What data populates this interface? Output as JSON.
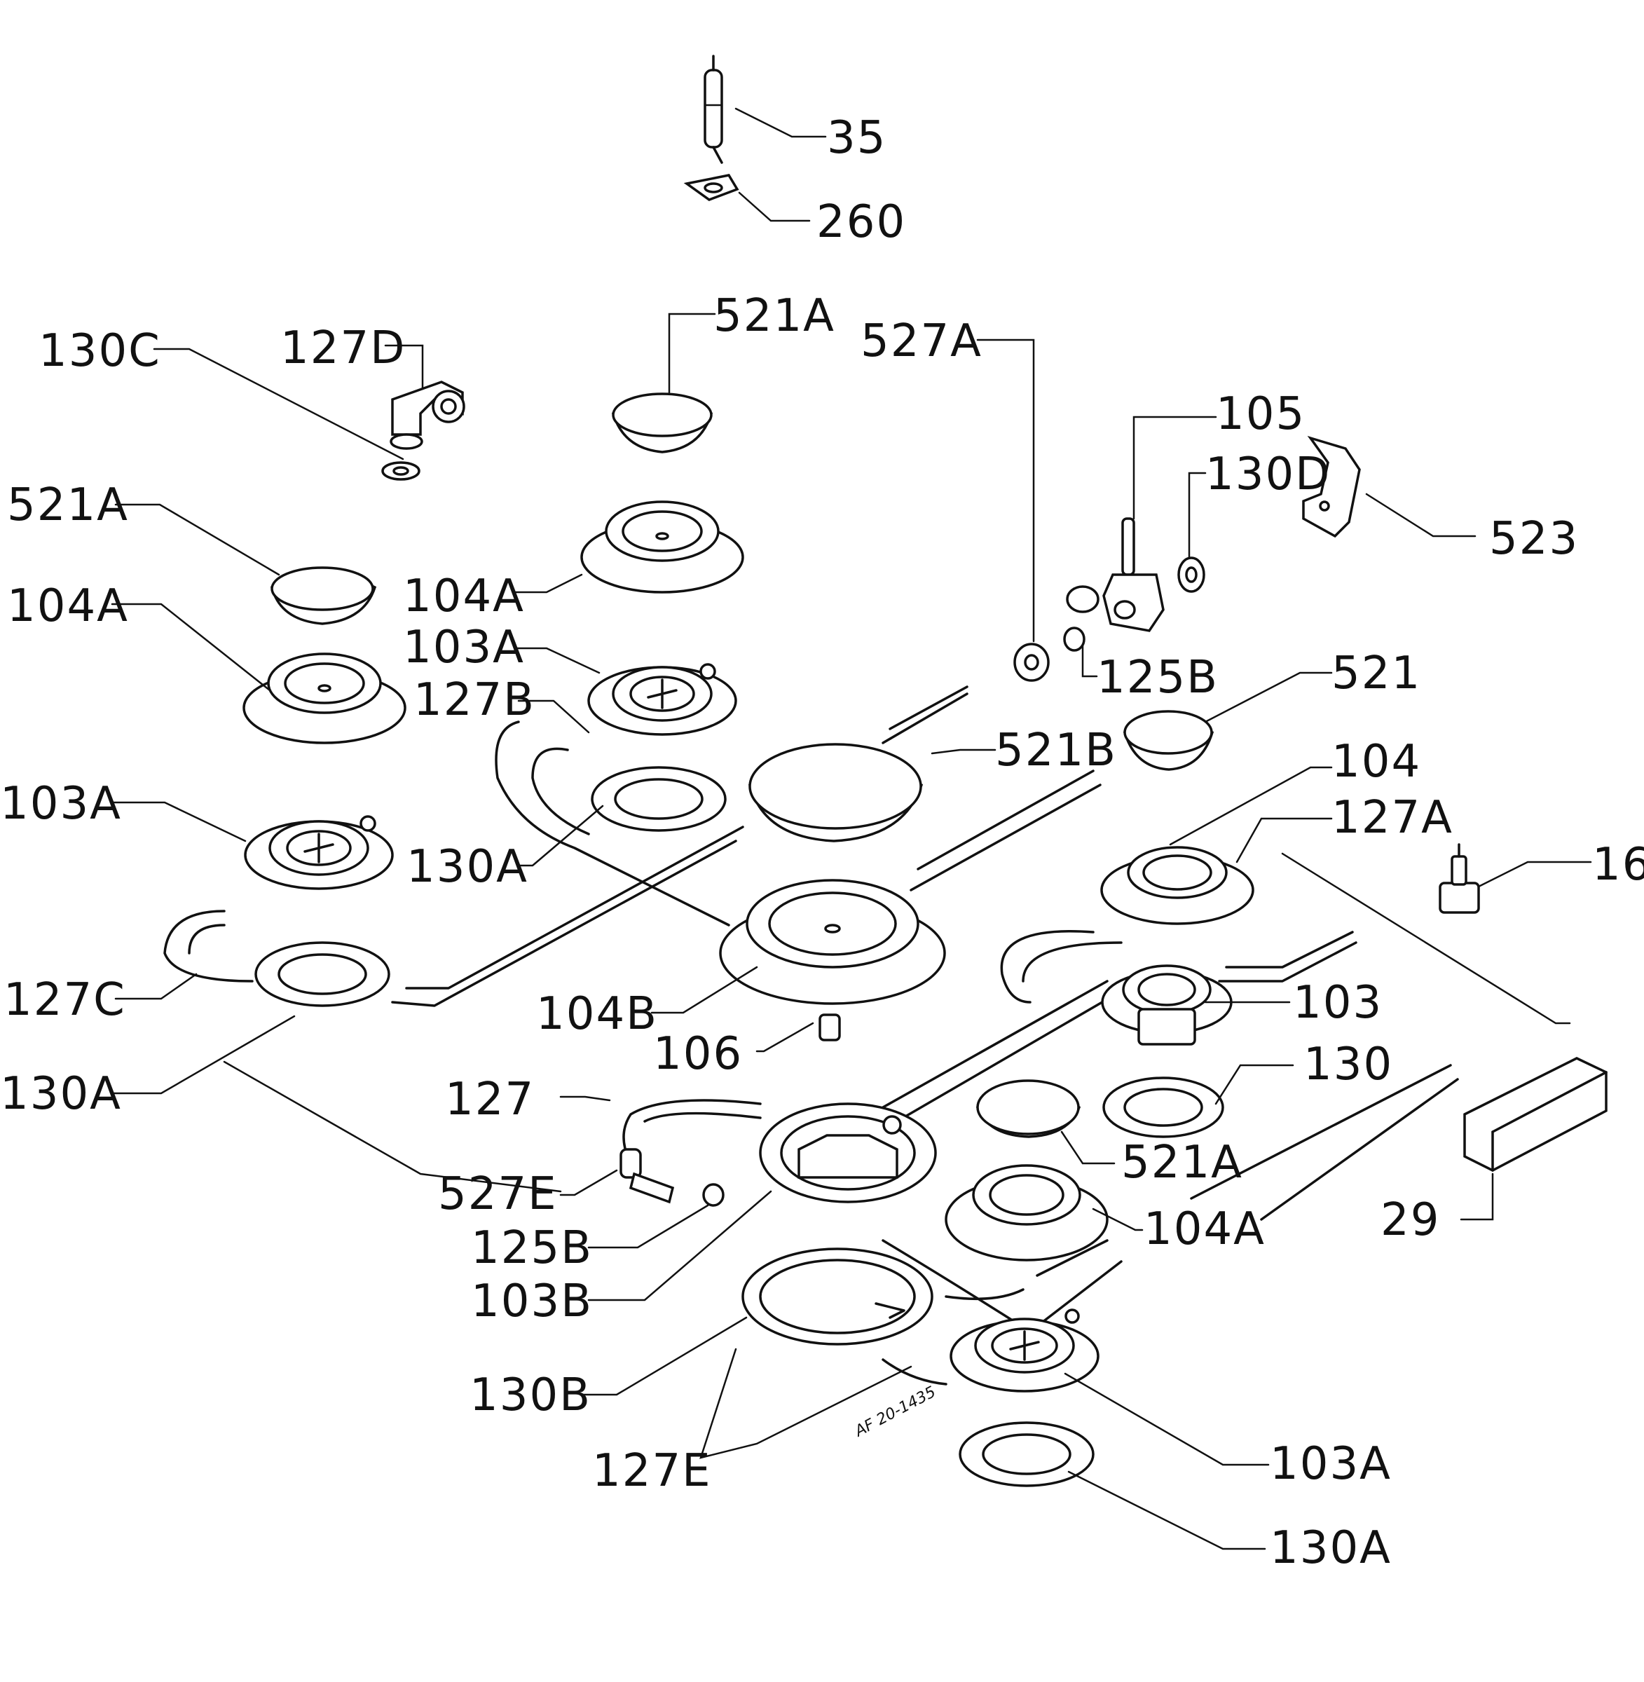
{
  "labels": {
    "l35": "35",
    "l260": "260",
    "l521a_top": "521A",
    "l527a": "527A",
    "l130c": "130C",
    "l127d": "127D",
    "l105": "105",
    "l130d": "130D",
    "l523": "523",
    "l521a_left": "521A",
    "l104a_top": "104A",
    "l104a_left": "104A",
    "l103a_top": "103A",
    "l127b": "127B",
    "l125b_top": "125B",
    "l521": "521",
    "l521b": "521B",
    "l104": "104",
    "l127a": "127A",
    "l103a_left": "103A",
    "l130a_mid": "130A",
    "l16": "16",
    "l127c": "127C",
    "l104b": "104B",
    "l103": "103",
    "l106": "106",
    "l130": "130",
    "l130a_left": "130A",
    "l127": "127",
    "l521a_right": "521A",
    "l527e": "527E",
    "l29": "29",
    "l104a_right": "104A",
    "l125b_bottom": "125B",
    "l103b": "103B",
    "l130b": "130B",
    "l103a_bottom": "103A",
    "l127e": "127E",
    "l130a_bottom": "130A"
  },
  "notes": {
    "drawing_ref": "AF 20-1435"
  }
}
